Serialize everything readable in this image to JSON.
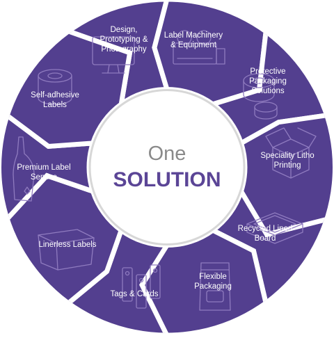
{
  "colors": {
    "segment": "#533f8f",
    "separator": "#ffffff",
    "center_fill": "#ffffff",
    "center_ring": "#d7d7d7",
    "center_accent": "#5b4596",
    "center_muted": "#8a8a8a"
  },
  "center": {
    "line1": "One",
    "line2": "SOLUTION"
  },
  "segments": [
    {
      "lines": [
        "Design,",
        "Prototyping &",
        "Photography"
      ],
      "icon": "computer-monitor-icon"
    },
    {
      "lines": [
        "Label Machinery",
        "& Equipment"
      ],
      "icon": "label-machine-icon"
    },
    {
      "lines": [
        "Protective",
        "Packaging",
        "Solutions"
      ],
      "icon": "tape-roll-icon"
    },
    {
      "lines": [
        "Speciality Litho",
        "Printing"
      ],
      "icon": "open-box-icon"
    },
    {
      "lines": [
        "Recycled Lined",
        "Board"
      ],
      "icon": "tray-icon"
    },
    {
      "lines": [
        "Flexible",
        "Packaging"
      ],
      "icon": "pouch-icon"
    },
    {
      "lines": [
        "Tags & Cards"
      ],
      "icon": "tags-icon"
    },
    {
      "lines": [
        "Linerless Labels"
      ],
      "icon": "container-icon"
    },
    {
      "lines": [
        "Premium Label",
        "Service"
      ],
      "icon": "bottle-icon"
    },
    {
      "lines": [
        "Self-adhesive",
        "Labels"
      ],
      "icon": "label-roll-icon"
    }
  ]
}
